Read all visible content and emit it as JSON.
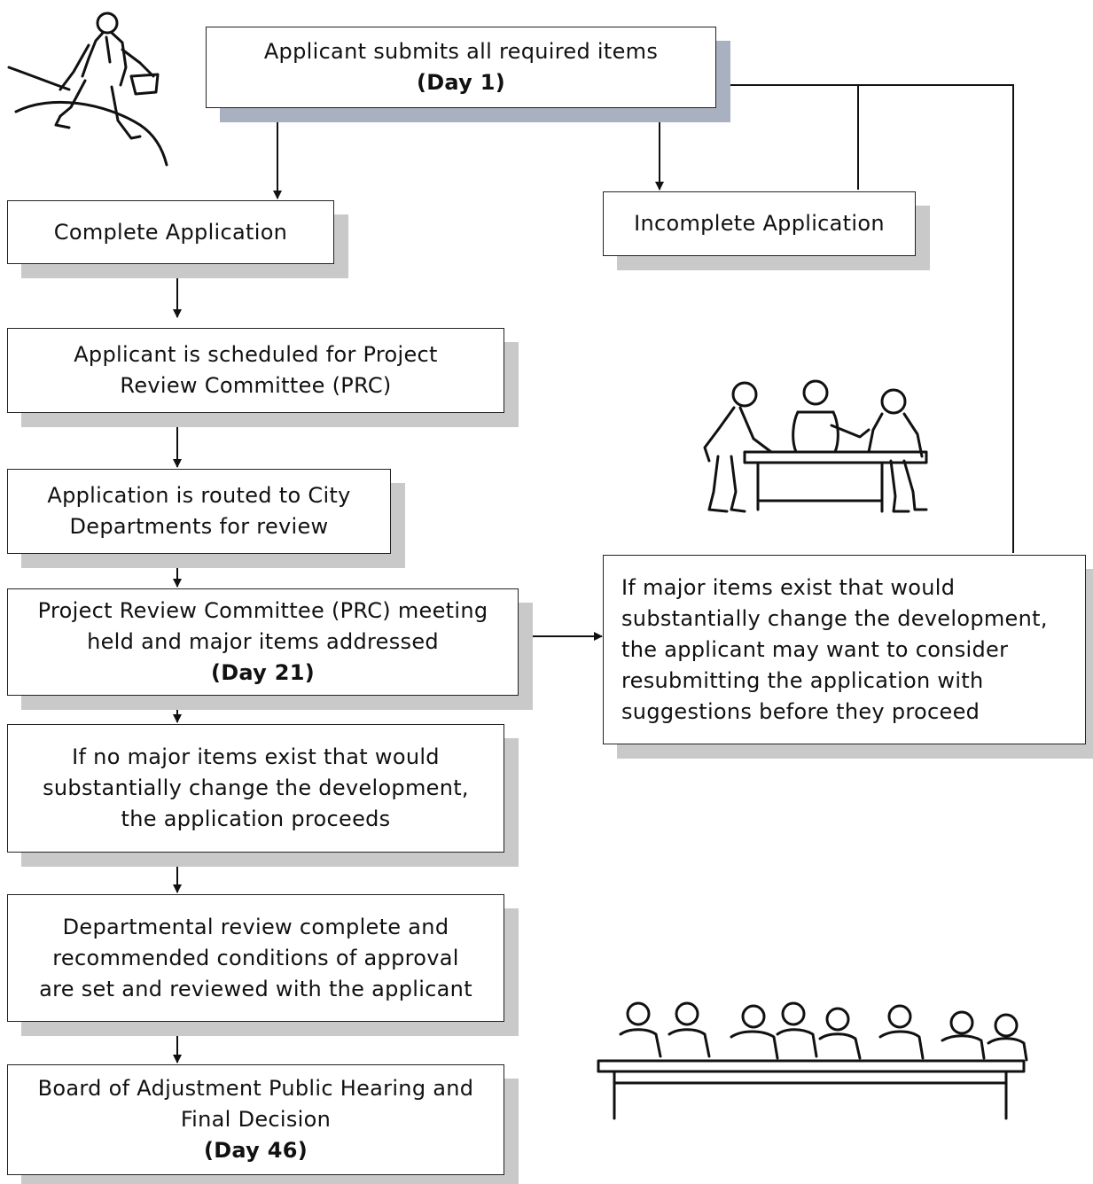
{
  "boxes": {
    "submit": {
      "text": "Applicant submits all required items",
      "day": "(Day 1)"
    },
    "complete": {
      "text": "Complete Application"
    },
    "incomplete": {
      "text": "Incomplete Application"
    },
    "scheduled": {
      "line1": "Applicant is scheduled for Project",
      "line2": "Review Committee (PRC)"
    },
    "routed": {
      "line1": "Application is routed to City",
      "line2": "Departments for review"
    },
    "prc_meeting": {
      "line1": "Project Review Committee (PRC) meeting",
      "line2": "held and major items addressed",
      "day": "(Day 21)"
    },
    "no_major": {
      "line1": "If no major items exist that would",
      "line2": "substantially change the development,",
      "line3": "the application proceeds"
    },
    "major": {
      "line1": "If major items exist that would",
      "line2": "substantially change the development,",
      "line3": "the applicant may want to consider",
      "line4": "resubmitting the application with",
      "line5": "suggestions before they proceed"
    },
    "dept_review": {
      "line1": "Departmental review complete and",
      "line2": "recommended conditions of approval",
      "line3": "are set and reviewed with the applicant"
    },
    "board": {
      "line1": "Board of Adjustment Public Hearing and",
      "line2": "Final Decision",
      "day": "(Day 46)"
    }
  },
  "colors": {
    "border": "#222222",
    "shadow": "#c9c9c9",
    "shadow_top": "#a9b0bf"
  },
  "illustrations": [
    "walking-businessman-icon",
    "committee-table-icon",
    "board-panel-icon"
  ]
}
